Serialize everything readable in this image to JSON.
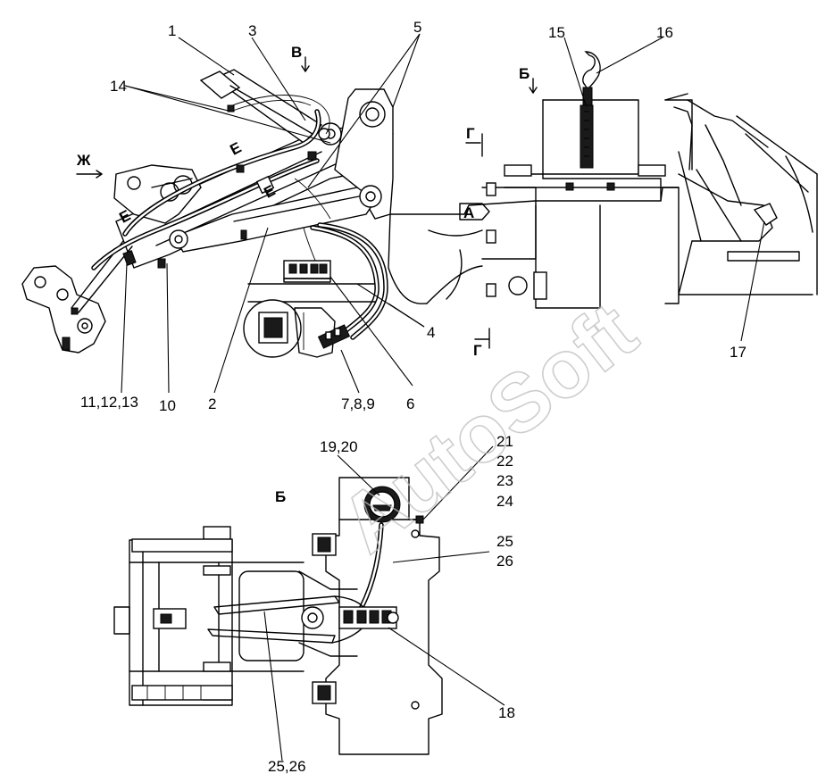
{
  "watermark": "AutoSoft",
  "callouts": {
    "c1": "1",
    "c2": "2",
    "c3": "3",
    "c4": "4",
    "c5": "5",
    "c6": "6",
    "c7_8_9": "7,8,9",
    "c10": "10",
    "c11_12_13": "11,12,13",
    "c14": "14",
    "c15": "15",
    "c16": "16",
    "c17": "17",
    "c18": "18",
    "c19_20": "19,20",
    "c21": "21",
    "c22": "22",
    "c23": "23",
    "c24": "24",
    "c25a": "25",
    "c26a": "26",
    "c25_26": "25,26"
  },
  "view_markers": {
    "v_top": "В",
    "b_top": "Б",
    "g_upper": "Г",
    "g_lower": "Г",
    "a_box": "А",
    "zh_arrow": "Ж",
    "e1": "Е",
    "e2": "Е",
    "e3": "Е",
    "b_view_title": "Б"
  }
}
